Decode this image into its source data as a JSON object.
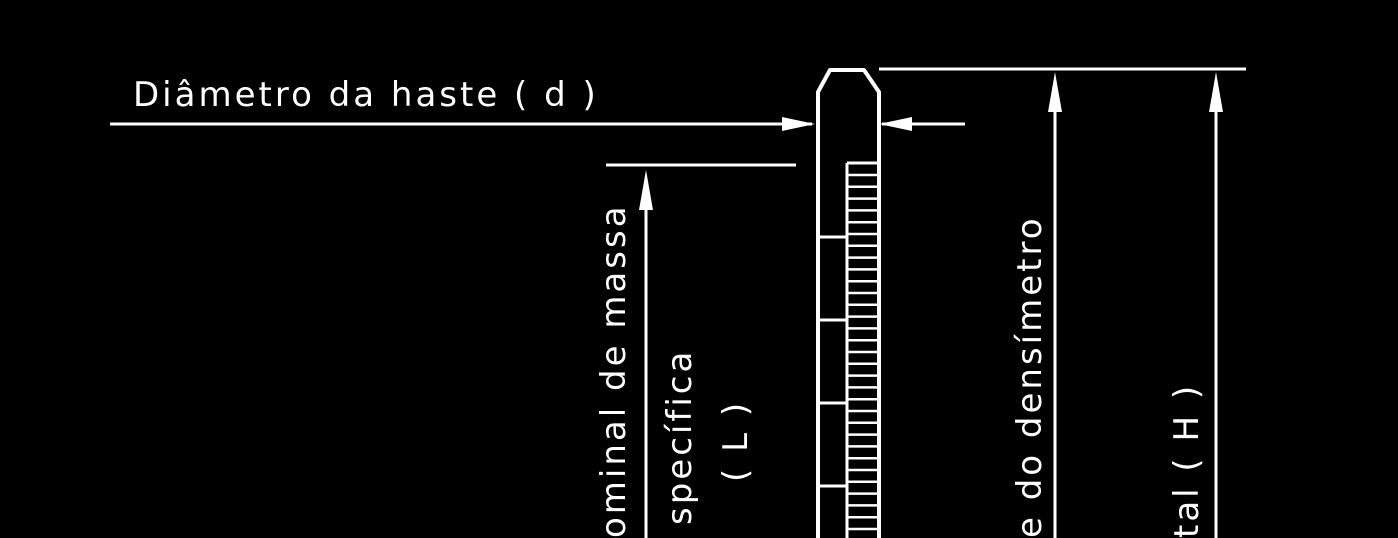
{
  "diagram": {
    "colors": {
      "background": "#000000",
      "ink": "#ffffff"
    },
    "labels": {
      "stem_diameter": "Diâmetro da haste ( d )",
      "scale_length_line1": "ominal de massa",
      "scale_length_line2": "specífica",
      "scale_length_line3": "( L )",
      "hydrometer_length": "e do densímetro",
      "total_length": "tal ( H )"
    },
    "scale_ticks": {
      "minor_count": 32,
      "major_count": 4
    }
  }
}
